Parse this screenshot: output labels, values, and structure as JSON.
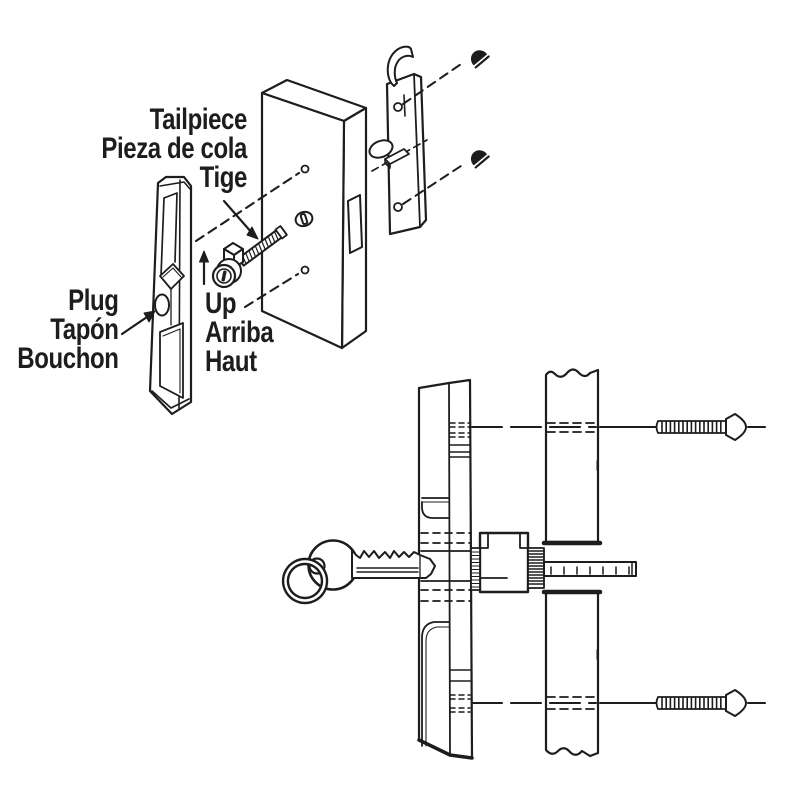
{
  "figure": {
    "background": "#ffffff",
    "line_color": "#1d1d1d",
    "type": "exploded-installation-diagram"
  },
  "labels": {
    "tailpiece": {
      "lines": [
        "Tailpiece",
        "Pieza de cola",
        "Tige"
      ]
    },
    "plug": {
      "lines": [
        "Plug",
        "Tapón",
        "Bouchon"
      ]
    },
    "up": {
      "lines": [
        "Up",
        "Arriba",
        "Haut"
      ]
    }
  }
}
